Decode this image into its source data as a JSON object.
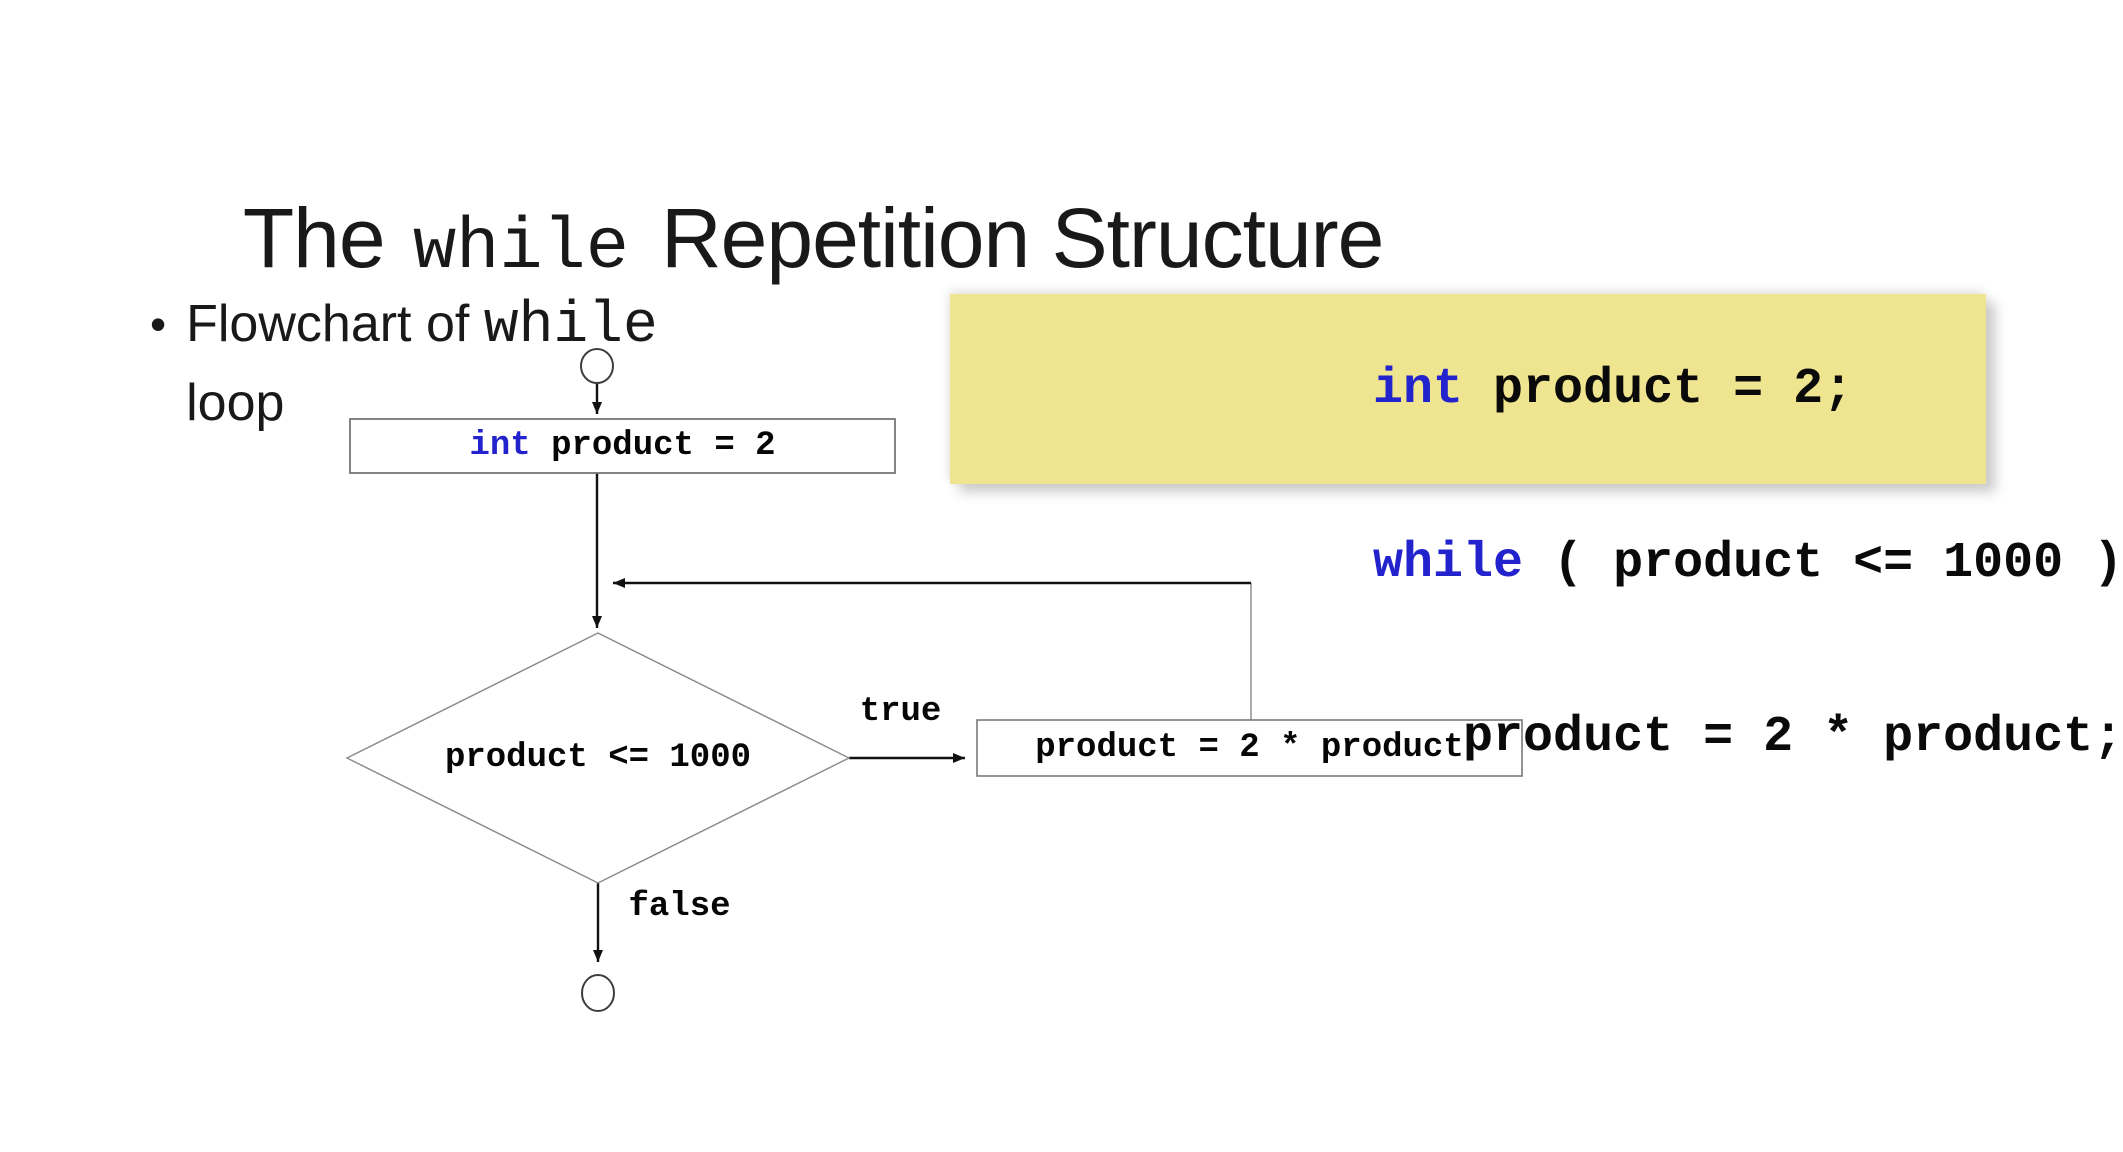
{
  "slide": {
    "title": {
      "prefix": "The ",
      "keyword": "while",
      "suffix": "Repetition Structure"
    },
    "bullet": {
      "marker": "•",
      "prefix": "Flowchart of ",
      "keyword": "while",
      "suffix": "loop"
    },
    "colors": {
      "keyword_blue": "#2323CE",
      "code_background": "#EFE48F",
      "text": "#191919"
    }
  },
  "flowchart": {
    "init_box": {
      "keyword": "int",
      "rest": " product = 2"
    },
    "decision": {
      "condition": "product <= 1000"
    },
    "true_label": "true",
    "false_label": "false",
    "process_box": {
      "text": "product = 2 * product"
    }
  },
  "code_box": {
    "lines": [
      {
        "keyword": "int",
        "rest": " product = 2;"
      },
      {
        "keyword": "while",
        "rest": " ( product <= 1000 )"
      },
      {
        "keyword": "",
        "rest": "   product = 2 * product;"
      }
    ]
  }
}
